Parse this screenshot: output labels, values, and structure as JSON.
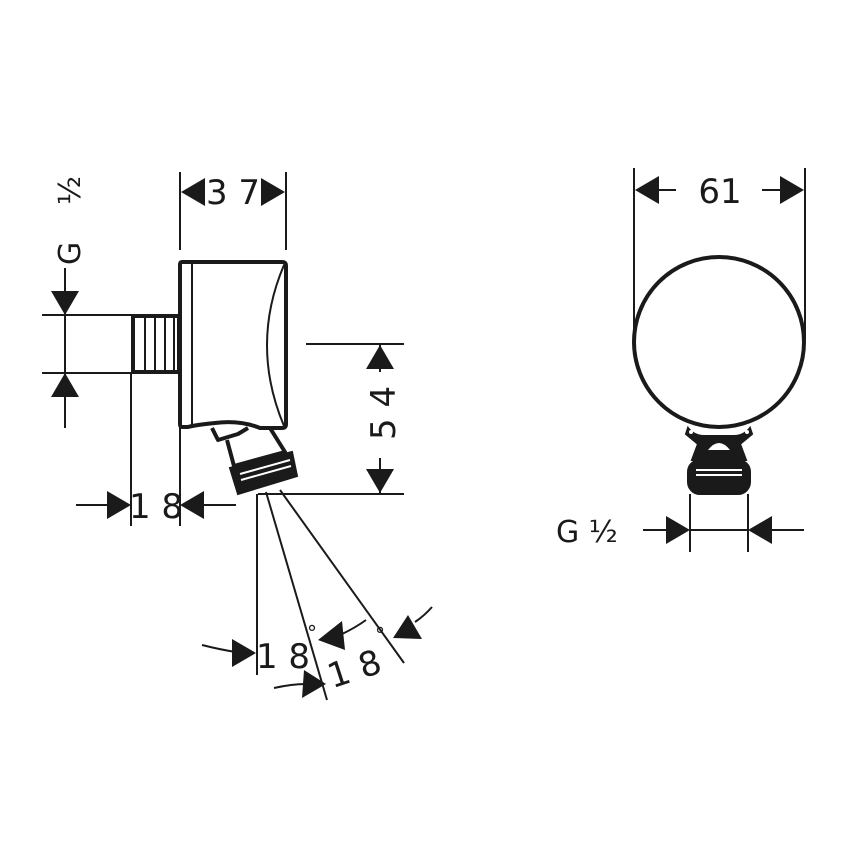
{
  "drawing": {
    "side_view": {
      "width_dim": "3 7",
      "height_dim": "5 4",
      "offset_dim": "1 8",
      "thread_label_g": "G",
      "thread_label_fraction": "½",
      "angle_1": "1 8",
      "angle_1_deg": "°",
      "angle_2": "1 8",
      "angle_2_deg": "°"
    },
    "front_view": {
      "diameter_dim": "61",
      "thread_label": "G ½"
    },
    "colors": {
      "line": "#1a1a1a",
      "background": "#ffffff"
    }
  }
}
